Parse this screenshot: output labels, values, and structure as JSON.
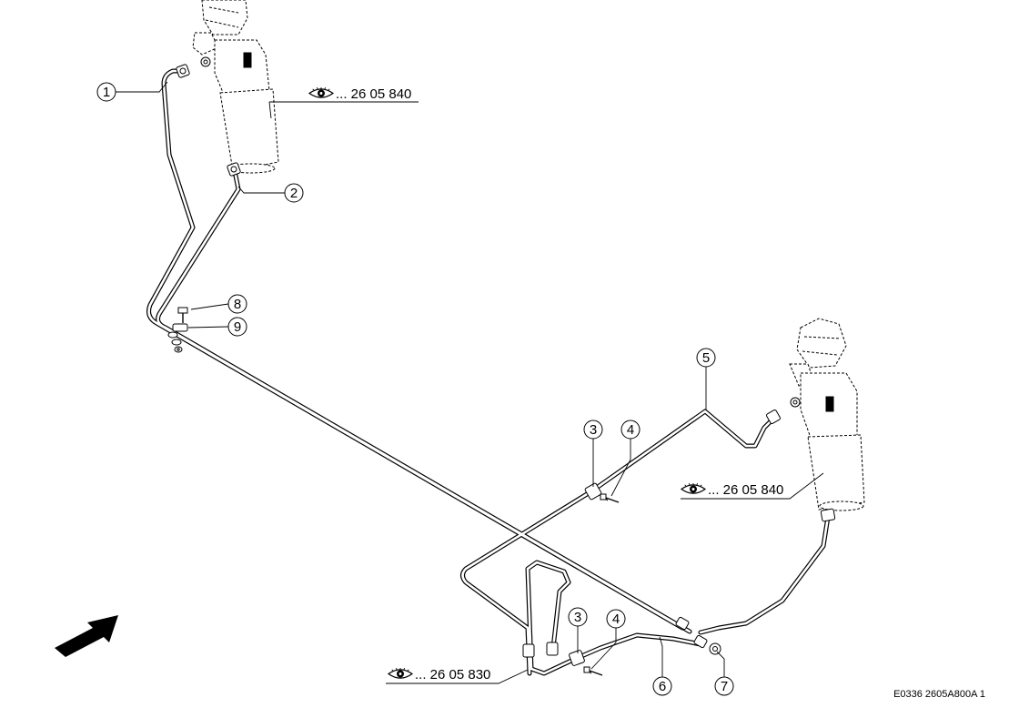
{
  "callouts": [
    {
      "id": "c1",
      "label": "1"
    },
    {
      "id": "c2",
      "label": "2"
    },
    {
      "id": "c3a",
      "label": "3"
    },
    {
      "id": "c3b",
      "label": "3"
    },
    {
      "id": "c4a",
      "label": "4"
    },
    {
      "id": "c4b",
      "label": "4"
    },
    {
      "id": "c5",
      "label": "5"
    },
    {
      "id": "c6",
      "label": "6"
    },
    {
      "id": "c7",
      "label": "7"
    },
    {
      "id": "c8",
      "label": "8"
    },
    {
      "id": "c9",
      "label": "9"
    }
  ],
  "references": [
    {
      "id": "ref_top",
      "text": "... 26 05 840",
      "icon": "eye-icon"
    },
    {
      "id": "ref_right",
      "text": "... 26 05 840",
      "icon": "eye-icon"
    },
    {
      "id": "ref_bottom",
      "text": "... 26 05 830",
      "icon": "eye-icon"
    }
  ],
  "drawing_code": "E0336 2605A800A 1",
  "direction_indicator": {
    "icon": "direction-arrow-icon"
  }
}
